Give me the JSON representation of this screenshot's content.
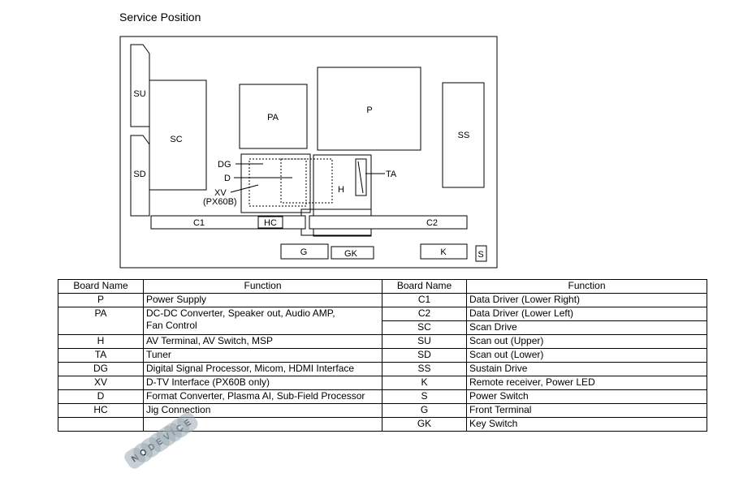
{
  "title": "Service Position",
  "watermark": "NODEVICE",
  "diagram": {
    "boards": {
      "SU": "SU",
      "SD": "SD",
      "SC": "SC",
      "PA": "PA",
      "P": "P",
      "SS": "SS",
      "DG": "DG",
      "D": "D",
      "XV": "XV",
      "XV_note": "(PX60B)",
      "H": "H",
      "TA": "TA",
      "C1": "C1",
      "HC": "HC",
      "C2": "C2",
      "G": "G",
      "GK": "GK",
      "K": "K",
      "S": "S"
    }
  },
  "table": {
    "headers": [
      "Board Name",
      "Function",
      "Board Name",
      "Function"
    ],
    "left": [
      {
        "name": "P",
        "func": "Power Supply"
      },
      {
        "name": "PA",
        "func": "DC-DC Converter, Speaker out, Audio AMP,",
        "func2": "Fan Control"
      },
      {
        "name": "H",
        "func": "AV Terminal, AV Switch, MSP"
      },
      {
        "name": "TA",
        "func": "Tuner"
      },
      {
        "name": "DG",
        "func": "Digital Signal Processor, Micom, HDMI Interface"
      },
      {
        "name": "XV",
        "func": "D-TV Interface (PX60B only)"
      },
      {
        "name": "D",
        "func": "Format Converter, Plasma AI, Sub-Field Processor"
      },
      {
        "name": "HC",
        "func": "Jig Connection"
      }
    ],
    "right": [
      {
        "name": "C1",
        "func": "Data Driver (Lower Right)"
      },
      {
        "name": "C2",
        "func": "Data Driver (Lower Left)"
      },
      {
        "name": "SC",
        "func": "Scan Drive"
      },
      {
        "name": "SU",
        "func": "Scan out (Upper)"
      },
      {
        "name": "SD",
        "func": "Scan out (Lower)"
      },
      {
        "name": "SS",
        "func": "Sustain Drive"
      },
      {
        "name": "K",
        "func": "Remote receiver, Power LED"
      },
      {
        "name": "S",
        "func": "Power Switch"
      },
      {
        "name": "G",
        "func": "Front Terminal"
      },
      {
        "name": "GK",
        "func": "Key Switch"
      }
    ]
  }
}
